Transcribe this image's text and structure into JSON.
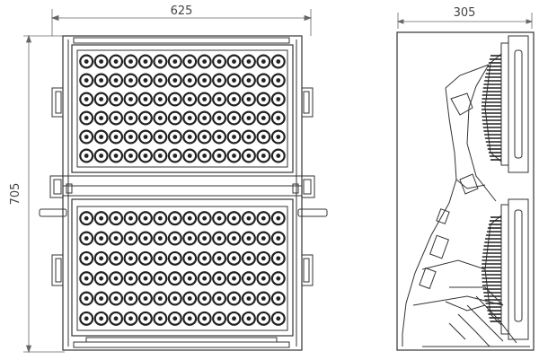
{
  "dimensions": {
    "front_width": "625",
    "front_height": "705",
    "side_depth": "305"
  },
  "front_view": {
    "upper_panel_led_rows": 6,
    "upper_panel_led_cols": 14,
    "lower_panel_led_rows": 6,
    "lower_panel_led_cols": 14
  },
  "colors": {
    "line": "#333333",
    "dimension_line": "#666666",
    "background": "#ffffff"
  }
}
